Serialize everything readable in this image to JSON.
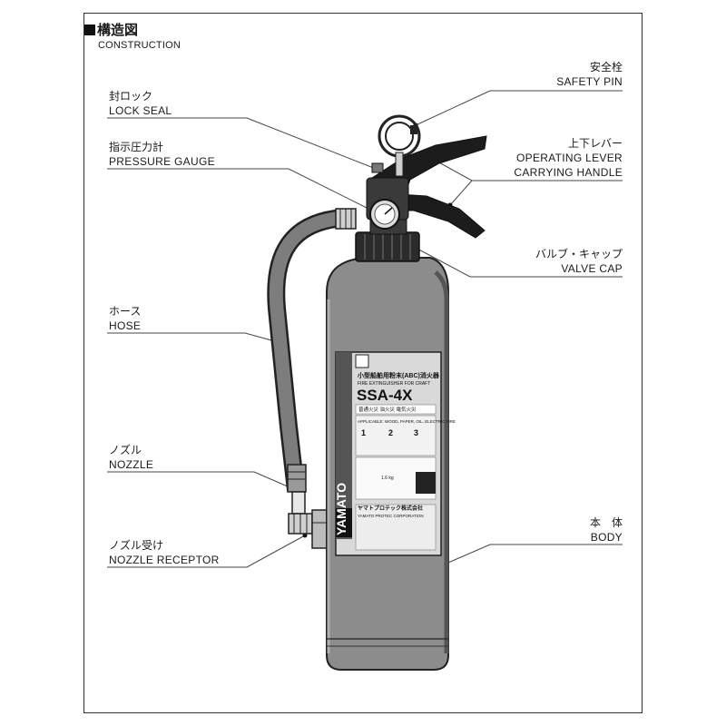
{
  "heading": {
    "jp": "構造図",
    "en": "CONSTRUCTION"
  },
  "labels": {
    "lock_seal": {
      "jp": "封ロック",
      "en": "LOCK SEAL"
    },
    "pressure_gauge": {
      "jp": "指示圧力計",
      "en": "PRESSURE GAUGE"
    },
    "hose": {
      "jp": "ホース",
      "en": "HOSE"
    },
    "nozzle": {
      "jp": "ノズル",
      "en": "NOZZLE"
    },
    "nozzle_receptor": {
      "jp": "ノズル受け",
      "en": "NOZZLE RECEPTOR"
    },
    "safety_pin": {
      "jp": "安全栓",
      "en": "SAFETY PIN"
    },
    "operating_lever": {
      "jp": "上下レバー",
      "en1": "OPERATING LEVER",
      "en2": "CARRYING HANDLE"
    },
    "valve_cap": {
      "jp": "バルブ・キャップ",
      "en": "VALVE CAP"
    },
    "body": {
      "jp": "本　体",
      "en": "BODY"
    }
  },
  "product_label": {
    "brand": "YAMATO",
    "title_jp": "小型船舶用粉末(ABC)消火器",
    "title_en": "FIRE EXTINGUISHER FOR CRAFT",
    "model": "SSA-4X",
    "usage_jp": "普通火災 油火災 電気火災",
    "usage_en": "APPLICABLE: WOOD, PAPER, OIL, ELECTRIC FIRE",
    "steps": [
      "1",
      "2",
      "3"
    ],
    "weight": "1.6 kg",
    "maker_jp": "ヤマトプロテック株式会社",
    "maker_en": "YAMATO PROTEC CORPORATION"
  },
  "colors": {
    "body_fill": "#8c8c8c",
    "body_dark": "#555555",
    "line": "#333333"
  }
}
